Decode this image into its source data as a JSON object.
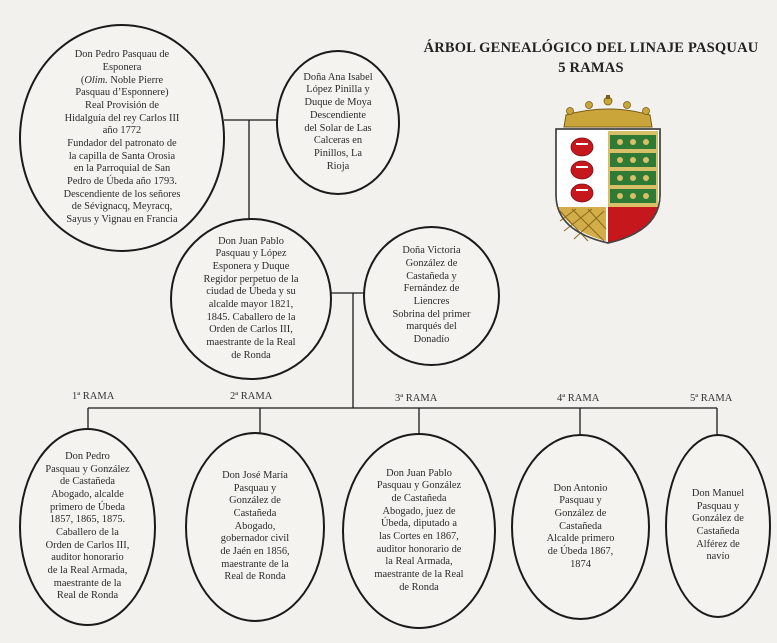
{
  "title": {
    "line1": "ÁRBOL GENEALÓGICO DEL LINAJE PASQUAU",
    "line2": "5 RAMAS"
  },
  "people": {
    "pedro_pasquau": {
      "lines_before": "Don Pedro Pasquau de\nEsponera\n(",
      "italic": "Olim.",
      "lines_after": " Noble Pierre\nPasquau d’Esponnere)\nReal Provisión de\nHidalguía del rey Carlos III\naño 1772\nFundador del patronato de\nla capilla de Santa Orosia\nen la Parroquial de San\nPedro de Úbeda año 1793.\nDescendiente de los señores\nde Sévignacq, Meyracq,\nSayus y Vignau en Francia"
    },
    "ana_isabel": "Doña Ana Isabel\nLópez Pinilla y\nDuque de Moya\nDescendiente\ndel Solar de Las\nCalceras en\nPinillos, La\nRioja",
    "juan_pablo_sr": "Don Juan Pablo\nPasquau y López\nEsponera y Duque\nRegidor perpetuo de la\nciudad de Úbeda y su\nalcalde mayor 1821,\n1845. Caballero de la\nOrden de Carlos III,\nmaestrante de la Real\nde Ronda",
    "victoria": "Doña Victoria\nGonzález de\nCastañeda y\nFernández de\nLiencres\nSobrina del primer\nmarqués del\nDonadío",
    "pedro_gonzalez": "Don Pedro\nPasquau y González\nde Castañeda\nAbogado, alcalde\nprimero de Úbeda\n1857, 1865, 1875.\nCaballero de la\nOrden de Carlos III,\nauditor honorario\nde la Real Armada,\nmaestrante de la\nReal de Ronda",
    "jose_maria": "Don José María\nPasquau y\nGonzález de\nCastañeda\nAbogado,\ngobernador civil\nde Jaén en 1856,\nmaestrante de la\nReal de Ronda",
    "juan_pablo_jr": "Don Juan Pablo\nPasquau y González\nde Castañeda\nAbogado, juez de\nÚbeda, diputado a\nlas Cortes en 1867,\nauditor honorario de\nla Real Armada,\nmaestrante de la Real\nde Ronda",
    "antonio": "Don Antonio\nPasquau y\nGonzález de\nCastañeda\nAlcalde primero\nde Úbeda 1867,\n1874",
    "manuel": "Don Manuel\nPasquau y\nGonzález de\nCastañeda\nAlférez de\nnavío"
  },
  "branches": [
    "1ª RAMA",
    "2ª RAMA",
    "3ª RAMA",
    "4ª RAMA",
    "5ª RAMA"
  ],
  "colors": {
    "line": "#1a1a1a",
    "background": "#f2f1ed",
    "shield_red": "#c6171c",
    "shield_green": "#2f7a34",
    "crown_gold": "#c9a53a"
  },
  "icons": [
    "coat-of-arms-icon",
    "crown-icon"
  ]
}
